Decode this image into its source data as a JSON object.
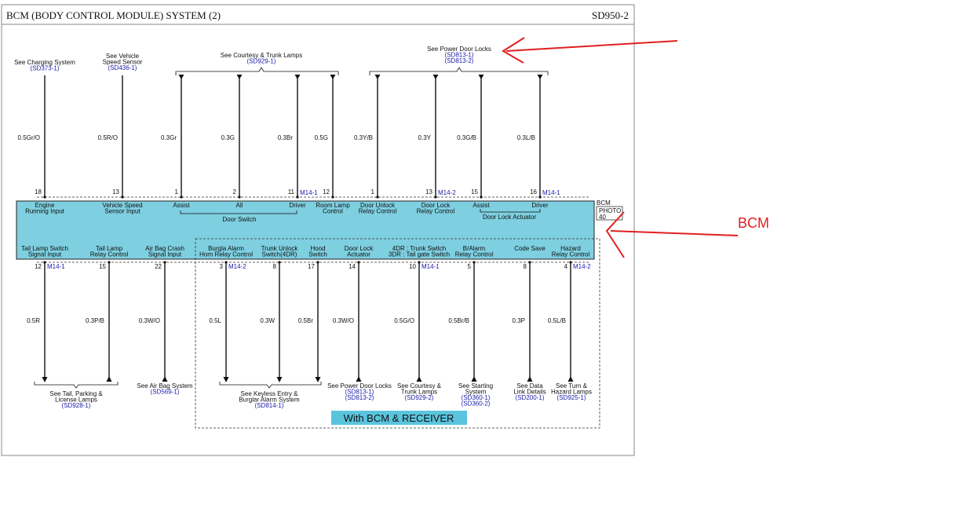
{
  "title": "BCM (BODY CONTROL MODULE) SYSTEM (2)",
  "page_code": "SD950-2",
  "module": {
    "name": "BCM",
    "photo_line1": "PHOTO",
    "photo_line2": "40",
    "color": "#7ecfe0"
  },
  "annotation": {
    "label": "BCM",
    "color": "#e02020"
  },
  "top_refs": [
    {
      "text": [
        "See Charging System"
      ],
      "code": [
        "(SD373-1)"
      ]
    },
    {
      "text": [
        "See Vehicle",
        "Speed Sensor"
      ],
      "code": [
        "(SD436-1)"
      ]
    },
    {
      "text": [
        "See Courtesy & Trunk Lamps"
      ],
      "code": [
        "(SD929-1)"
      ]
    },
    {
      "text": [
        "See Power Door Locks"
      ],
      "code": [
        "(SD813-1)",
        "(SD813-2)"
      ]
    }
  ],
  "top_pins": [
    {
      "pin": "18",
      "wire": "0.5Gr/O",
      "label": [
        "Engine",
        "Running Input"
      ],
      "conn": ""
    },
    {
      "pin": "13",
      "wire": "0.5R/O",
      "label": [
        "Vehicle Speed",
        "Sensor Input"
      ],
      "conn": ""
    },
    {
      "pin": "1",
      "wire": "0.3Gr",
      "label": [
        "Assist"
      ],
      "conn": ""
    },
    {
      "pin": "2",
      "wire": "0.3G",
      "label": [
        "All"
      ],
      "conn": ""
    },
    {
      "pin": "11",
      "wire": "0.3Br",
      "label": [
        "Driver"
      ],
      "conn": "M14-1"
    },
    {
      "pin": "12",
      "wire": "0.5G",
      "label": [
        "Room Lamp",
        "Control"
      ],
      "conn": ""
    },
    {
      "pin": "1",
      "wire": "0.3Y/B",
      "label": [
        "Door Unlock",
        "Relay Control"
      ],
      "conn": ""
    },
    {
      "pin": "13",
      "wire": "0.3Y",
      "label": [
        "Door Lock",
        "Relay Control"
      ],
      "conn": "M14-2"
    },
    {
      "pin": "15",
      "wire": "0.3G/B",
      "label": [
        "Assist"
      ],
      "conn": ""
    },
    {
      "pin": "16",
      "wire": "0.3L/B",
      "label": [
        "Driver"
      ],
      "conn": "M14-1"
    }
  ],
  "groups": {
    "door_switch": "Door Switch",
    "door_lock_actuator": "Door Lock Actuator"
  },
  "bottom_pins": [
    {
      "pin": "12",
      "wire": "0.5R",
      "label": [
        "Tail Lamp Switch",
        "Signal Input"
      ],
      "conn": "M14-1"
    },
    {
      "pin": "15",
      "wire": "0.3P/B",
      "label": [
        "Tail Lamp",
        "Relay Control"
      ],
      "conn": ""
    },
    {
      "pin": "22",
      "wire": "0.3W/O",
      "label": [
        "Air Bag Crash",
        "Signal Input"
      ],
      "conn": ""
    },
    {
      "pin": "3",
      "wire": "0.5L",
      "label": [
        "Burgla Alarm",
        "Horn Relay Control"
      ],
      "conn": "M14-2"
    },
    {
      "pin": "8",
      "wire": "0.3W",
      "label": [
        "Trunk Unlock",
        "Switch(4DR)"
      ],
      "conn": ""
    },
    {
      "pin": "17",
      "wire": "0.5Br",
      "label": [
        "Hood",
        "Switch"
      ],
      "conn": ""
    },
    {
      "pin": "14",
      "wire": "0.3W/O",
      "label": [
        "Door Lock",
        "Actuator"
      ],
      "conn": ""
    },
    {
      "pin": "10",
      "wire": "0.5G/O",
      "label": [
        "4DR : Trunk Switch",
        "3DR : Tail gate Switch"
      ],
      "conn": "M14-1"
    },
    {
      "pin": "5",
      "wire": "0.5Br/B",
      "label": [
        "B/Alarm",
        "Relay Control"
      ],
      "conn": ""
    },
    {
      "pin": "8",
      "wire": "0.3P",
      "label": [
        "Code Save"
      ],
      "conn": ""
    },
    {
      "pin": "4",
      "wire": "0.5L/B",
      "label": [
        "Hazard",
        "Relay Control"
      ],
      "conn": "M14-2"
    }
  ],
  "bottom_refs": [
    {
      "text": [
        "See Tail, Parking &",
        "License Lamps"
      ],
      "code": [
        "(SD928-1)"
      ]
    },
    {
      "text": [
        "See Air Bag System"
      ],
      "code": [
        "(SD569-1)"
      ]
    },
    {
      "text": [
        "See Keyless Entry &",
        "Burglar Alarm System"
      ],
      "code": [
        "(SD814-1)"
      ]
    },
    {
      "text": [
        "See Power Door Locks"
      ],
      "code": [
        "(SD813-1)",
        "(SD813-2)"
      ]
    },
    {
      "text": [
        "See Courtesy &",
        "Trunk Lamps"
      ],
      "code": [
        "(SD929-2)"
      ]
    },
    {
      "text": [
        "See Starting",
        "System"
      ],
      "code": [
        "(SD360-1)",
        "(SD360-2)"
      ]
    },
    {
      "text": [
        "See Data",
        "Link Details"
      ],
      "code": [
        "(SD200-1)"
      ]
    },
    {
      "text": [
        "See Turn &",
        "Hazard Lamps"
      ],
      "code": [
        "(SD925-1)"
      ]
    }
  ],
  "option_box": {
    "label": "With BCM & RECEIVER",
    "color": "#5bc4dd"
  }
}
